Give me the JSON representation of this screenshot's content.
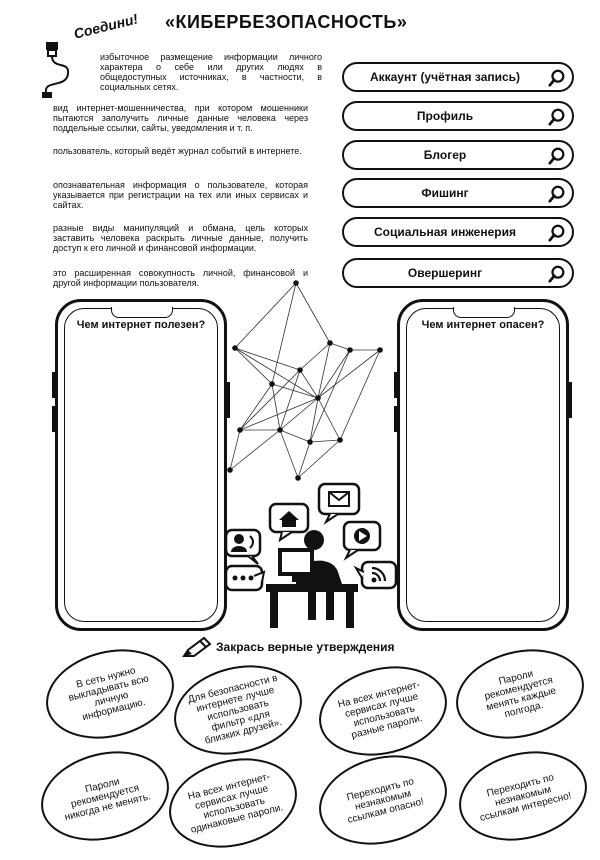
{
  "title": "«КИБЕРБЕЗОПАСНОСТЬ»",
  "connect_label": "Соедини!",
  "definitions": [
    "избыточное размещение информации личного характера о себе или других людях в общедоступных источниках, в частности, в социальных сетях.",
    "вид интернет-мошенничества, при котором мошенники пытаются заполучить личные данные человека через поддельные ссылки, сайты, уведомления и т. п.",
    "пользователь, который ведёт журнал событий в интернете.",
    "опознавательная информация о пользователе, которая указывается при регистрации на тех или иных сервисах и сайтах.",
    "разные виды манипуляций и обмана, цель которых заставить человека раскрыть личные данные, получить доступ к его личной и финансовой информации.",
    "это расширенная совокупность личной, финансовой и другой информации пользователя."
  ],
  "terms": [
    "Аккаунт (учётная запись)",
    "Профиль",
    "Блогер",
    "Фишинг",
    "Социальная инженерия",
    "Овершеринг"
  ],
  "phones": {
    "useful_title": "Чем интернет полезен?",
    "dangerous_title": "Чем интернет опасен?"
  },
  "coloring_title": "Закрась верные утверждения",
  "statements": [
    "В сеть нужно выкладывать всю личную информацию.",
    "Для безопасности в интернете лучше использовать фильтр «для близких друзей».",
    "На всех интернет-сервисах лучше использовать разные пароли.",
    "Пароли рекомендуется менять каждые полгода.",
    "Пароли рекомендуется никогда не менять.",
    "На всех интернет-сервисах лучше использовать одинаковые пароли.",
    "Переходить по незнакомым ссылкам опасно!",
    "Переходить по незнакомым ссылкам интересно!"
  ],
  "icons": [
    "usb-cable-icon",
    "search-icon",
    "pencil-icon",
    "network-icon",
    "envelope-icon",
    "home-icon",
    "play-icon",
    "chat-dots-icon",
    "rss-icon",
    "user-call-icon",
    "computer-user-icon"
  ]
}
